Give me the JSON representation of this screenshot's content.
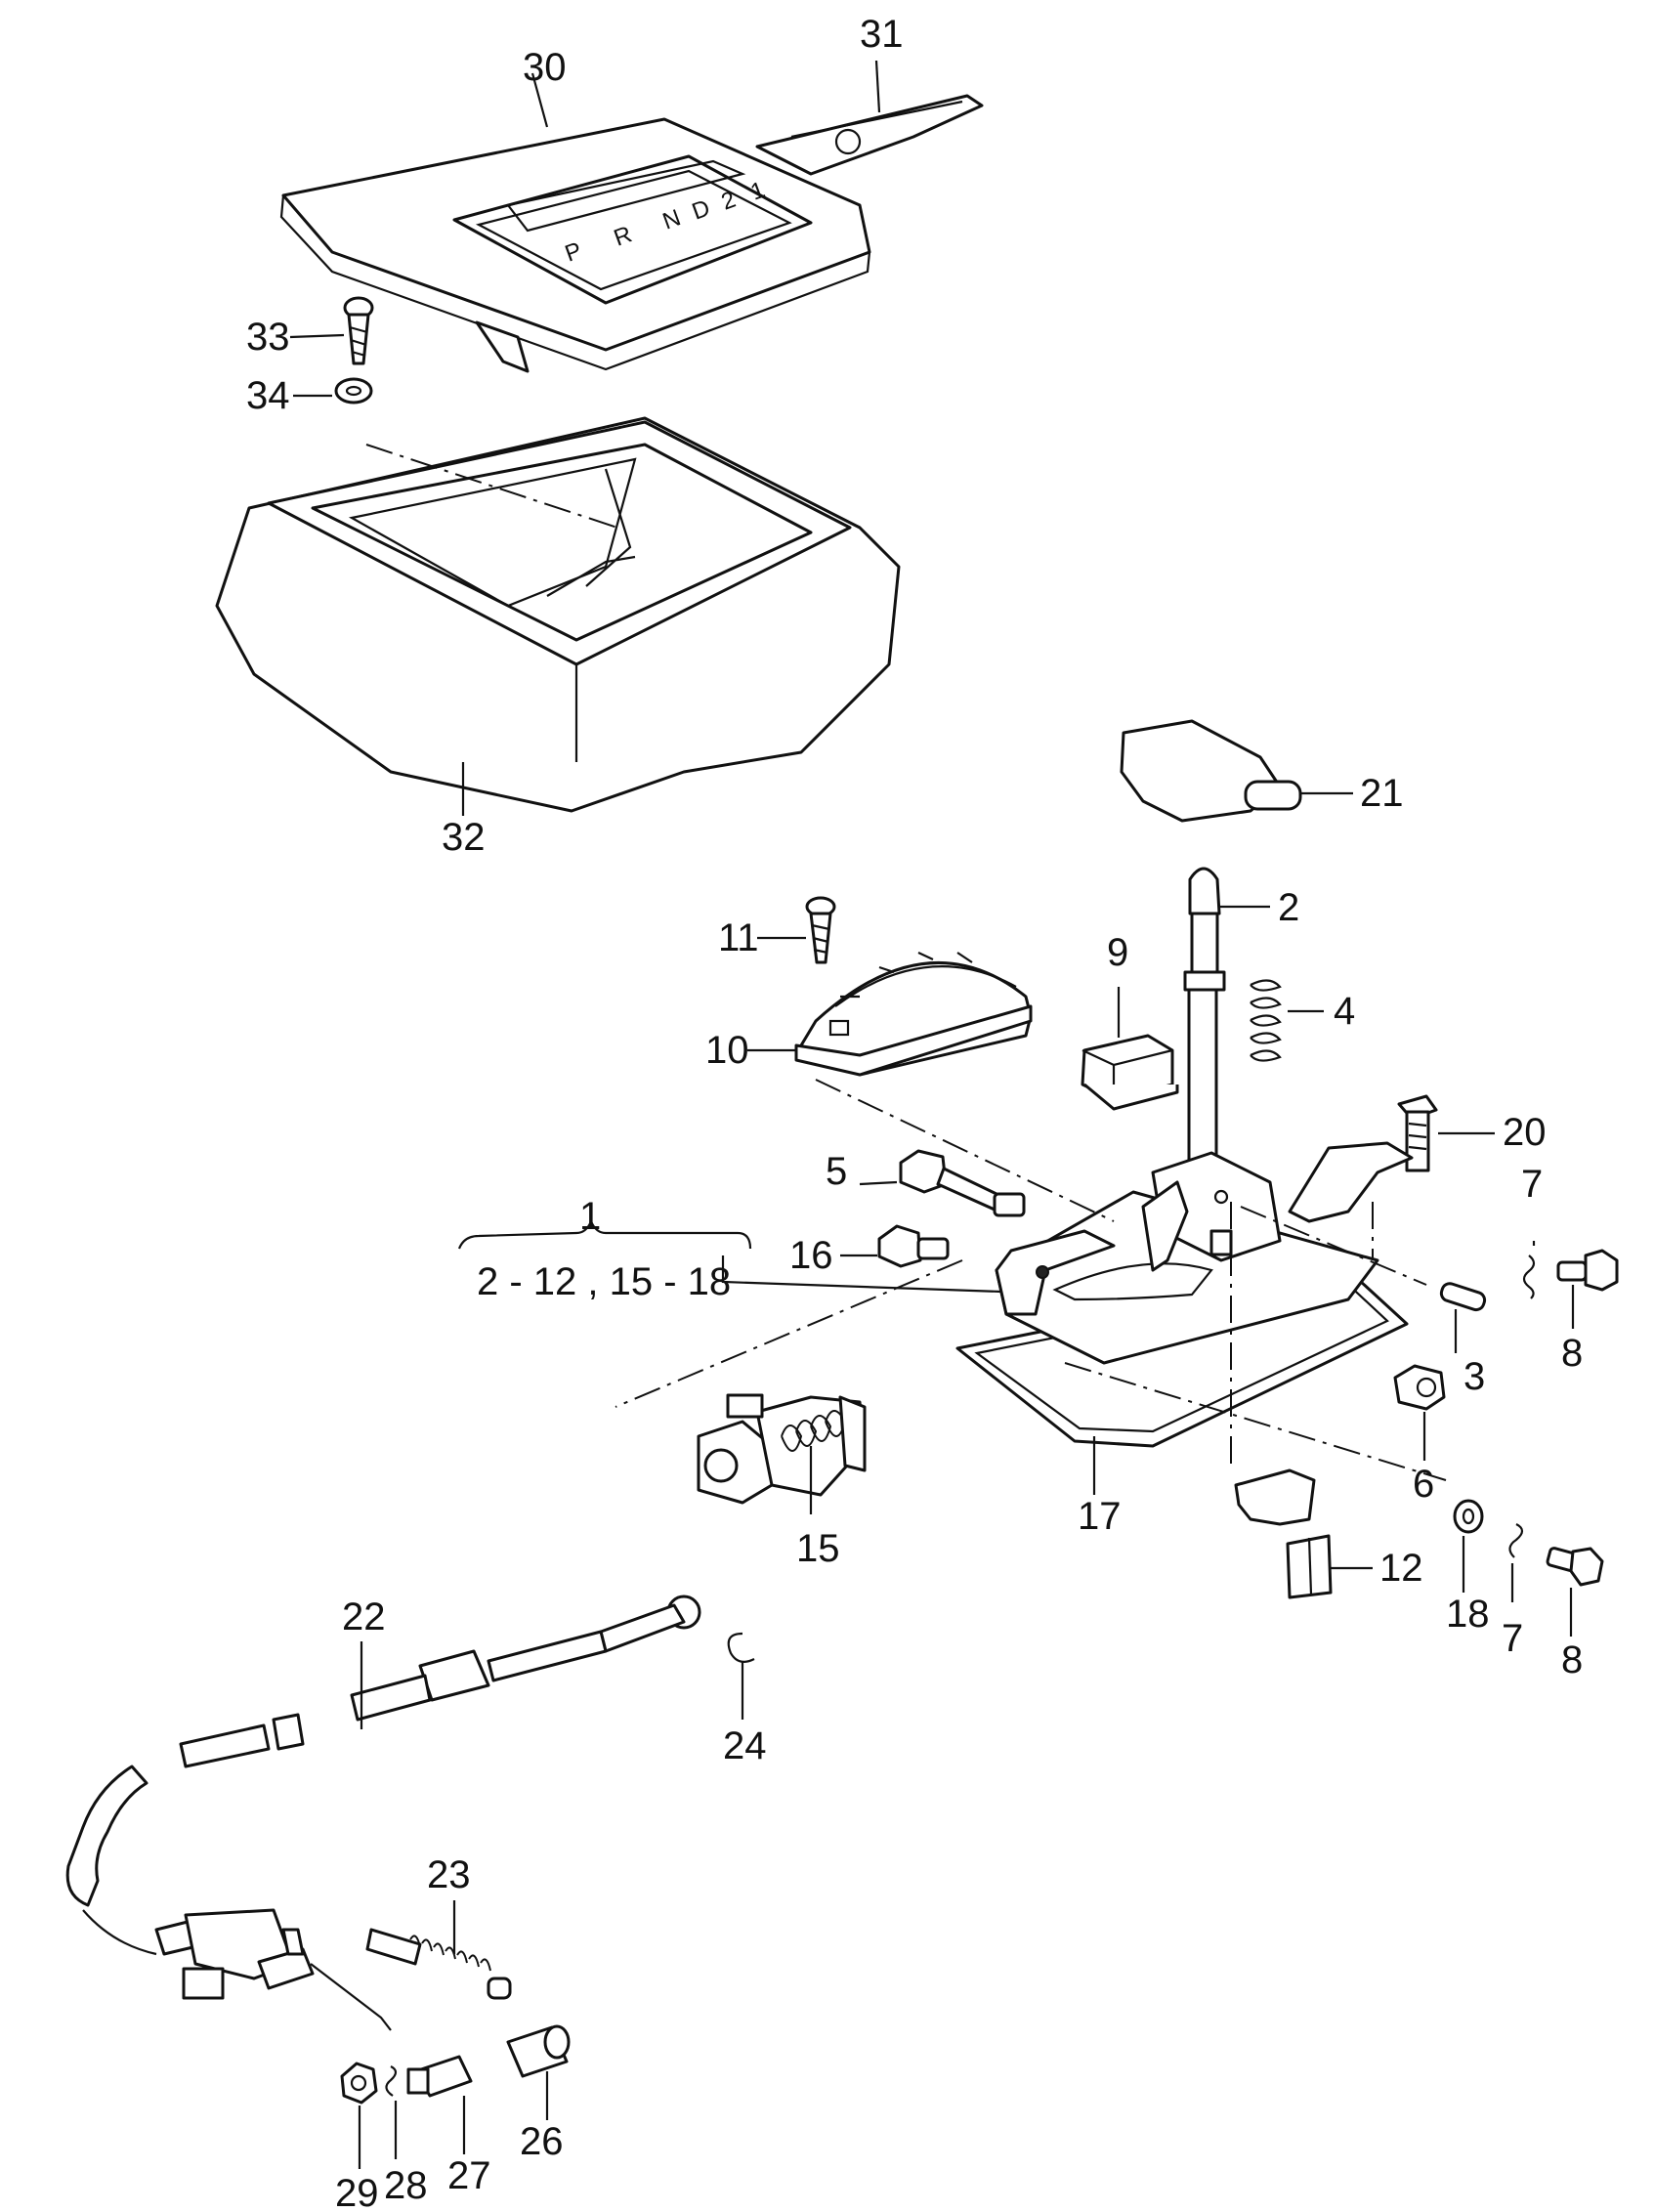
{
  "callouts": {
    "n1": "1",
    "n1_range": "2 - 12 , 15 - 18",
    "n2": "2",
    "n3": "3",
    "n4": "4",
    "n5": "5",
    "n6": "6",
    "n7a": "7",
    "n7b": "7",
    "n8a": "8",
    "n8b": "8",
    "n9": "9",
    "n10": "10",
    "n11": "11",
    "n12": "12",
    "n15": "15",
    "n16": "16",
    "n17": "17",
    "n18": "18",
    "n20": "20",
    "n21": "21",
    "n22": "22",
    "n23": "23",
    "n24": "24",
    "n26": "26",
    "n27": "27",
    "n28": "28",
    "n29": "29",
    "n30": "30",
    "n31": "31",
    "n32": "32",
    "n33": "33",
    "n34": "34"
  },
  "gear_indicator": [
    "P",
    "R",
    "N",
    "D",
    "2",
    "1"
  ]
}
